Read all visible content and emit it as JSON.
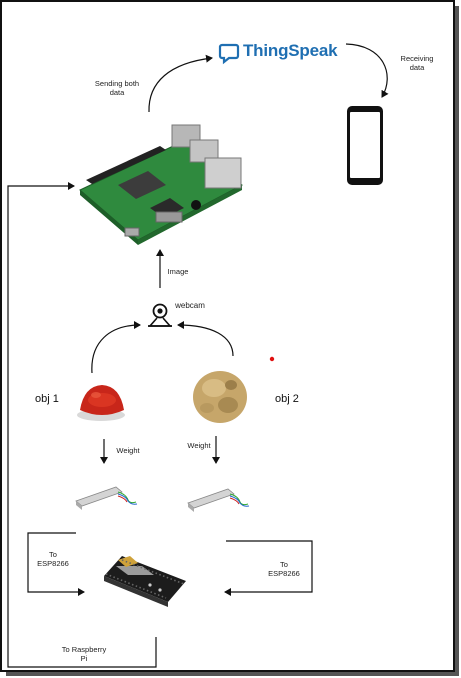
{
  "brand": {
    "name": "ThingSpeak",
    "color": "#1f6fb2"
  },
  "labels": {
    "sending": "Sending both\ndata",
    "receiving": "Receiving\ndata",
    "image": "Image",
    "webcam": "webcam",
    "obj1": "obj 1",
    "obj2": "obj 2",
    "weight1": "Weight",
    "weight2": "Weight",
    "to_esp_left": "To\nESP8266",
    "to_esp_right": "To\nESP8266",
    "to_rpi": "To Raspberry\nPi"
  },
  "icons": {
    "logo": "thingspeak-chat-icon",
    "phone": "smartphone-icon",
    "board": "raspberry-pi-board-icon",
    "camera": "webcam-icon",
    "obj1": "red-spice-powder-image",
    "obj2": "seeds-pile-image",
    "sensor": "load-cell-icon",
    "mcu": "esp8266-nodemcu-icon"
  }
}
